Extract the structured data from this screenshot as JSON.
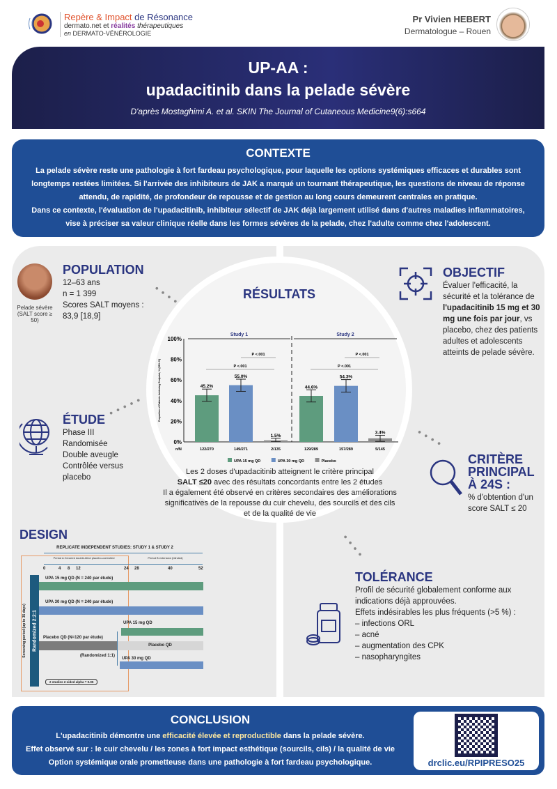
{
  "header": {
    "logo_line1a": "Repère & Impact",
    "logo_line1b": "de Résonance",
    "logo_line2a": "dermato.net et",
    "logo_line2b": "réalités",
    "logo_line2c": "thérapeutiques",
    "logo_line3a": "en",
    "logo_line3b": "DERMATO-VÉNÉROLOGIE",
    "author": "Pr Vivien HEBERT",
    "author_role": "Dermatologue – Rouen"
  },
  "title": {
    "line1": "UP-AA :",
    "line2": "upadacitinib dans la pelade sévère",
    "reference": "D'après Mostaghimi A. et al. SKIN The Journal of Cutaneous Medicine9(6):s664"
  },
  "contexte": {
    "heading": "CONTEXTE",
    "p1": "La pelade sévère reste une pathologie à fort fardeau psychologique, pour laquelle les options systémiques efficaces et durables sont longtemps restées limitées. Si l'arrivée des inhibiteurs de JAK a marqué un tournant thérapeutique, les questions de niveau de réponse attendu, de rapidité, de profondeur de repousse et de gestion au long cours demeurent centrales en pratique.",
    "p2": "Dans ce contexte, l'évaluation de l'upadacitinib, inhibiteur sélectif de JAK déjà largement utilisé dans d'autres maladies inflammatoires, vise à préciser sa valeur clinique réelle dans les formes sévères de la pelade, chez l'adulte comme chez l'adolescent."
  },
  "population": {
    "heading": "POPULATION",
    "lines": [
      "12–63 ans",
      "n = 1 399",
      "Scores SALT moyens :",
      "83,9 [18,9]"
    ],
    "image_caption": "Pelade sévère (SALT score ≥ 50)"
  },
  "objectif": {
    "heading": "OBJECTIF",
    "text_a": "Évaluer l'efficacité, la sécurité et la tolérance de ",
    "text_b": "l'upadacitinib 15 mg et 30 mg une fois par jour",
    "text_c": ", vs placebo, chez des patients adultes et adolescents atteints de pelade sévère."
  },
  "etude": {
    "heading": "ÉTUDE",
    "lines": [
      "Phase III",
      "Randomisée",
      "Double aveugle",
      "Contrôlée versus placebo"
    ]
  },
  "critere": {
    "heading_lines": [
      "CRITÈRE",
      "PRINCIPAL",
      "À 24S :"
    ],
    "text": "% d'obtention d'un score SALT ≤ 20"
  },
  "resultats": {
    "heading": "RÉSULTATS",
    "summary_a": "Les 2 doses d'upadacitinib atteignent le critère principal",
    "summary_b": "SALT ≤20",
    "summary_c": " avec des résultats concordants entre les 2 études",
    "summary_d": "Il a également été observé en critères secondaires des améliorations significatives de la repousse du cuir chevelu, des sourcils et des cils et de la qualité de vie"
  },
  "chart_data": {
    "type": "bar",
    "ylabel": "Proportion of Patients Achieving Endpoint, % (95% CI)",
    "ylim": [
      0,
      100
    ],
    "yticks": [
      "0%",
      "20%",
      "40%",
      "60%",
      "80%",
      "100%"
    ],
    "groups": [
      "Study 1",
      "Study 2"
    ],
    "series": [
      {
        "name": "UPA 15 mg QD",
        "color": "#5e9c7e"
      },
      {
        "name": "UPA 30 mg QD",
        "color": "#6a8fc4"
      },
      {
        "name": "Placebo",
        "color": "#8c8c8c"
      }
    ],
    "bars": [
      {
        "group": "Study 1",
        "series": 0,
        "value": 45.2,
        "ci": [
          39.3,
          51.2
        ],
        "label": "45.2%",
        "nN": "122/270"
      },
      {
        "group": "Study 1",
        "series": 1,
        "value": 55.0,
        "ci": [
          49.0,
          60.8
        ],
        "label": "55.0%",
        "nN": "149/271"
      },
      {
        "group": "Study 1",
        "series": 2,
        "value": 1.5,
        "ci": [
          0.2,
          3.5
        ],
        "label": "1.5%",
        "nN": "2/135"
      },
      {
        "group": "Study 2",
        "series": 0,
        "value": 44.6,
        "ci": [
          38.7,
          50.5
        ],
        "label": "44.6%",
        "nN": "129/289"
      },
      {
        "group": "Study 2",
        "series": 1,
        "value": 54.3,
        "ci": [
          48.2,
          60.4
        ],
        "label": "54.3%",
        "nN": "157/289"
      },
      {
        "group": "Study 2",
        "series": 2,
        "value": 3.4,
        "ci": [
          0.5,
          6.4
        ],
        "label": "3.4%",
        "nN": "5/145"
      }
    ],
    "nN_label": "n/N",
    "pvalue": "P <.001"
  },
  "design": {
    "heading": "DESIGN",
    "title": "REPLICATE INDEPENDENT STUDIES: STUDY 1 & STUDY 2",
    "periodA": "Period A 24-week double-blind placebo-controlled",
    "periodB": "Period B extension (blinded)",
    "weeks": [
      "0",
      "4",
      "8",
      "12",
      "24",
      "28",
      "40",
      "52"
    ],
    "screening": "Screening period (up to 35 days)",
    "randomized": "Randomized 2:2:1",
    "arm1": "UPA 15 mg QD (N = 240 par étude)",
    "arm2": "UPA 30 mg QD (N = 240 par étude)",
    "arm3": "Placebo QD (N=120 par étude)",
    "ext1": "UPA 15 mg QD",
    "ext2": "Placebo QD",
    "ext3": "UPA 30 mg QD",
    "rerand": "(Randomized 1:1)",
    "alpha": "2 studies 2-sided alpha = 0.05"
  },
  "tolerance": {
    "heading": "TOLÉRANCE",
    "lines": [
      "Profil de sécurité globalement conforme aux indications déjà approuvées.",
      "Effets indésirables les plus fréquents (>5 %) :",
      "– infections ORL",
      "– acné",
      "– augmentation des CPK",
      "– nasopharyngites"
    ]
  },
  "conclusion": {
    "heading": "CONCLUSION",
    "l1a": "L'upadacitinib démontre une ",
    "l1b": "efficacité élevée et reproductible",
    "l1c": " dans la pelade sévère.",
    "l2": "Effet observé sur : le cuir chevelu / les zones à fort impact esthétique (sourcils, cils) / la qualité de vie",
    "l3": "Option systémique orale prometteuse dans une pathologie à fort fardeau psychologique.",
    "link": "drclic.eu/RPIPRESO25"
  }
}
